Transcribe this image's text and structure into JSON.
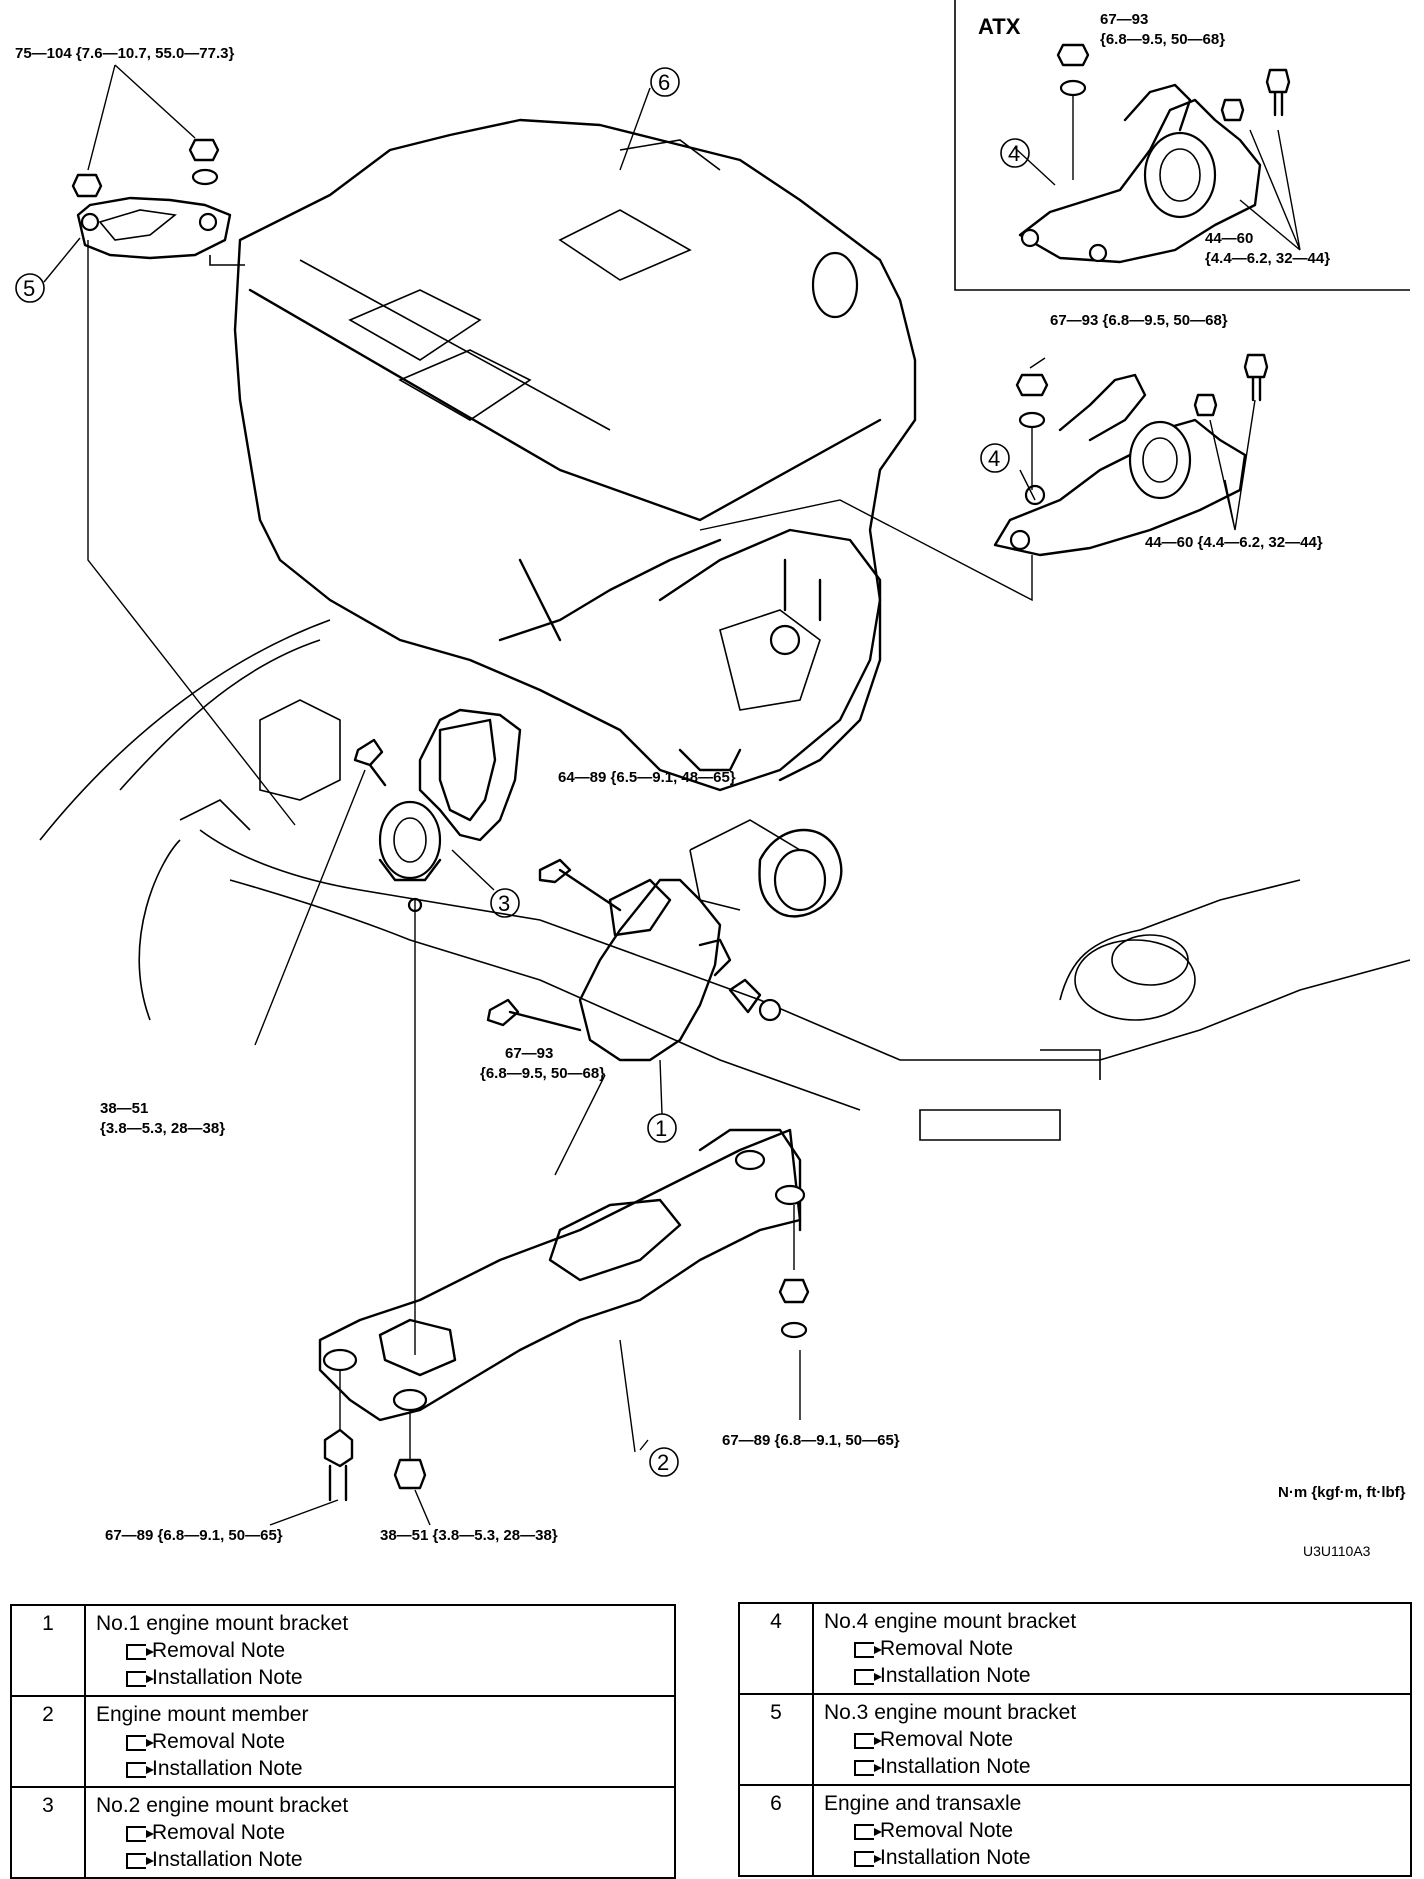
{
  "figure": {
    "atx_label": "ATX",
    "units_note": "N·m {kgf·m, ft·lbf}",
    "figure_code": "U3U110A3",
    "callouts": [
      "1",
      "2",
      "3",
      "4",
      "5",
      "6"
    ],
    "torque": {
      "t_75_104": "75—104 {7.6—10.7, 55.0—77.3}",
      "t_atx_nut_line1": "67—93",
      "t_atx_nut_line2": "{6.8—9.5, 50—68}",
      "t_atx_bolt_line1": "44—60",
      "t_atx_bolt_line2": "{4.4—6.2, 32—44}",
      "t_mt_nut": "67—93 {6.8—9.5, 50—68}",
      "t_mt_bolt": "44—60 {4.4—6.2, 32—44}",
      "t_64_89": "64—89 {6.5—9.1, 48—65}",
      "t_bracket1_line1": "67—93",
      "t_bracket1_line2": "{6.8—9.5, 50—68}",
      "t_38_51_left_line1": "38—51",
      "t_38_51_left_line2": "{3.8—5.3, 28—38}",
      "t_member_right": "67—89 {6.8—9.1, 50—65}",
      "t_member_bottom_left": "67—89 {6.8—9.1, 50—65}",
      "t_member_bottom_mid": "38—51 {3.8—5.3, 28—38}"
    }
  },
  "legend_left": [
    {
      "num": "1",
      "name": "No.1 engine mount bracket",
      "notes": [
        "Removal Note",
        "Installation Note"
      ]
    },
    {
      "num": "2",
      "name": "Engine mount member",
      "notes": [
        "Removal Note",
        "Installation Note"
      ]
    },
    {
      "num": "3",
      "name": "No.2 engine mount bracket",
      "notes": [
        "Removal Note",
        "Installation Note"
      ]
    }
  ],
  "legend_right": [
    {
      "num": "4",
      "name": "No.4 engine mount bracket",
      "notes": [
        "Removal Note",
        "Installation Note"
      ]
    },
    {
      "num": "5",
      "name": "No.3 engine mount bracket",
      "notes": [
        "Removal Note",
        "Installation Note"
      ]
    },
    {
      "num": "6",
      "name": "Engine and transaxle",
      "notes": [
        "Removal Note",
        "Installation Note"
      ]
    }
  ]
}
